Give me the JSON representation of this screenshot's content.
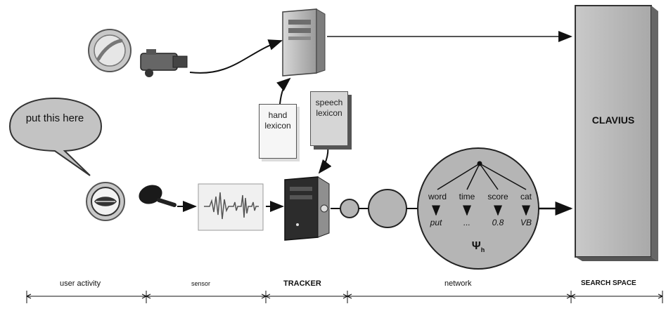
{
  "bubble": {
    "text": "put this here"
  },
  "lexicons": {
    "hand": {
      "line1": "hand",
      "line2": "lexicon"
    },
    "speech": {
      "line1": "speech",
      "line2": "lexicon"
    }
  },
  "search_box": {
    "label": "CLAVIUS"
  },
  "network": {
    "fields": [
      "word",
      "time",
      "score",
      "cat"
    ],
    "values": [
      "put",
      "...",
      "0.8",
      "VB"
    ],
    "psi": "Ψ",
    "psi_sub": "h"
  },
  "stages": {
    "user_activity": "user activity",
    "sensor": "sensor",
    "tracker": "TRACKER",
    "network": "network",
    "search_space": "SEARCH SPACE"
  },
  "icons": [
    "gesture-disc-icon",
    "camera-icon",
    "server-top-icon",
    "mouth-icon",
    "microphone-icon",
    "waveform-icon",
    "server-bottom-icon"
  ]
}
